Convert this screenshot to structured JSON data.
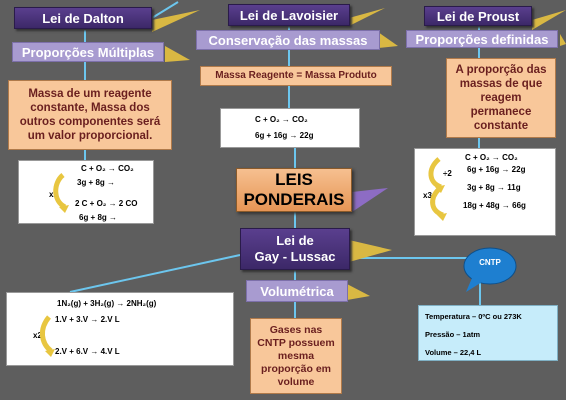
{
  "center": {
    "line1": "LEIS",
    "line2": "PONDERAIS"
  },
  "dalton": {
    "title": "Lei de Dalton",
    "subtitle": "Proporções Múltiplas",
    "desc": "Massa de um reagente constante, Massa dos outros componentes será um valor proporcional.",
    "eq1": "C + O₂ → CO₂",
    "eq2": "3g + 8g →",
    "mult": "x2",
    "eq3": "2 C + O₂ → 2 CO",
    "eq4": "6g + 8g →"
  },
  "lavoisier": {
    "title": "Lei de Lavoisier",
    "subtitle": "Conservação das massas",
    "desc": "Massa Reagente = Massa Produto",
    "eq1": "C   +   O₂ →  CO₂",
    "eq2": "6g + 16g →  22g"
  },
  "proust": {
    "title": "Lei de Proust",
    "subtitle": "Proporções definidas",
    "desc": "A proporção das massas de que reagem permanece constante",
    "eq1": "C    +    O₂ →   CO₂",
    "factor_div": "÷2",
    "eq2": "6g + 16g → 22g",
    "eq3": "3g  +  8g  →  11g",
    "mult": "x3",
    "eq4": "18g + 48g → 66g"
  },
  "gaylussac": {
    "title_line1": "Lei de",
    "title_line2": "Gay - Lussac",
    "subtitle": "Volumétrica",
    "desc": "Gases nas CNTP possuem mesma proporção em volume",
    "eq1": "1N₂(g)   +   3H₂(g)  →   2NH₂(g)",
    "eq2": "1.V     +      3.V  →  2.V L",
    "mult": "x2",
    "eq3": "2.V     +      6.V  →  4.V L"
  },
  "cntp": {
    "bubble": "CNTP",
    "temp": "Temperatura – 0ºC ou 273K",
    "press": "Pressão – 1atm",
    "vol": "Volume – 22,4 L"
  },
  "colors": {
    "background": "#5e5e5e",
    "title": "#4a3480",
    "subtitle": "#a89bd0",
    "orange": "#f8c79a",
    "connector": "#6cc6ee",
    "bubble": "#1e7fd0",
    "arrow": "#e8c640"
  }
}
